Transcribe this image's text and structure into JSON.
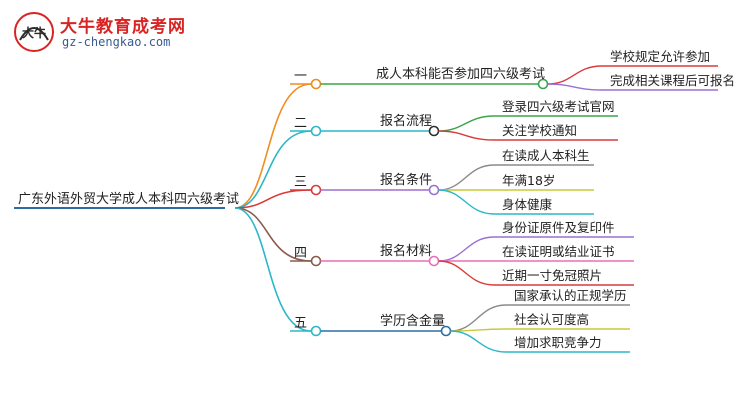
{
  "logo": {
    "glyph": "大牛",
    "title": "大牛教育成考网",
    "url": "gz-chengkao.com"
  },
  "root": {
    "label": "广东外语外贸大学成人本科四六级考试",
    "color": "#2e6da4"
  },
  "branches": [
    {
      "num": "一",
      "label": "成人本科能否参加四六级考试",
      "color": "#f28c1e",
      "underline": "#3aa44a",
      "node_color": "#3aa44a",
      "children": [
        {
          "label": "学校规定允许参加",
          "color": "#d93b3b"
        },
        {
          "label": "完成相关课程后可报名",
          "color": "#9b6fd4"
        }
      ]
    },
    {
      "num": "二",
      "label": "报名流程",
      "color": "#2bb7c9",
      "underline": "#2bb7c9",
      "node_color": "#2e2e2e",
      "children": [
        {
          "label": "登录四六级考试官网",
          "color": "#3aa44a"
        },
        {
          "label": "关注学校通知",
          "color": "#d93b3b"
        }
      ]
    },
    {
      "num": "三",
      "label": "报名条件",
      "color": "#d93b3b",
      "underline": "#9b6fd4",
      "node_color": "#9b6fd4",
      "children": [
        {
          "label": "在读成人本科生",
          "color": "#8a8a8a"
        },
        {
          "label": "年满18岁",
          "color": "#c9c93a"
        },
        {
          "label": "身体健康",
          "color": "#2bb7c9"
        }
      ]
    },
    {
      "num": "四",
      "label": "报名材料",
      "color": "#8b5a4a",
      "underline": "#e76fb8",
      "node_color": "#e76fb8",
      "children": [
        {
          "label": "身份证原件及复印件",
          "color": "#9b6fd4"
        },
        {
          "label": "在读证明或结业证书",
          "color": "#e76fb8"
        },
        {
          "label": "近期一寸免冠照片",
          "color": "#d93b3b"
        }
      ]
    },
    {
      "num": "五",
      "label": "学历含金量",
      "color": "#2bb7c9",
      "underline": "#2e6da4",
      "node_color": "#2e6da4",
      "children": [
        {
          "label": "国家承认的正规学历",
          "color": "#8a8a8a"
        },
        {
          "label": "社会认可度高",
          "color": "#c9c93a"
        },
        {
          "label": "增加求职竞争力",
          "color": "#2bb7c9"
        }
      ]
    }
  ]
}
